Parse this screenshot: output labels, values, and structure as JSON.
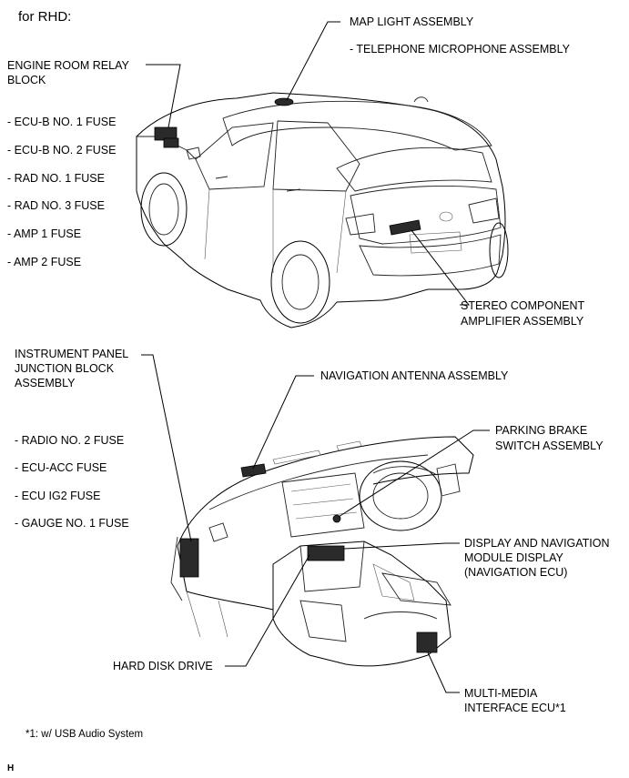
{
  "heading": "for RHD:",
  "labels": {
    "map_light": "MAP LIGHT ASSEMBLY",
    "telephone_mic": "- TELEPHONE MICROPHONE ASSEMBLY",
    "engine_relay_line1": "ENGINE ROOM RELAY",
    "engine_relay_line2": "BLOCK",
    "stereo_line1": "STEREO COMPONENT",
    "stereo_line2": "AMPLIFIER ASSEMBLY",
    "ip_junction_line1": "INSTRUMENT PANEL",
    "ip_junction_line2": "JUNCTION BLOCK",
    "ip_junction_line3": "ASSEMBLY",
    "nav_antenna": "NAVIGATION ANTENNA ASSEMBLY",
    "parking_brake_line1": "PARKING BRAKE",
    "parking_brake_line2": "SWITCH ASSEMBLY",
    "display_line1": "DISPLAY AND NAVIGATION",
    "display_line2": "MODULE DISPLAY",
    "display_line3": "(NAVIGATION ECU)",
    "hdd": "HARD DISK DRIVE",
    "mmi_line1": "MULTI-MEDIA",
    "mmi_line2": "INTERFACE ECU*1"
  },
  "engine_fuses": [
    "- ECU-B NO. 1 FUSE",
    "- ECU-B NO. 2 FUSE",
    "- RAD NO. 1 FUSE",
    "- RAD NO. 3 FUSE",
    "- AMP 1 FUSE",
    "- AMP 2 FUSE"
  ],
  "ip_fuses": [
    "- RADIO NO. 2 FUSE",
    "- ECU-ACC FUSE",
    "- ECU IG2 FUSE",
    "- GAUGE NO. 1 FUSE"
  ],
  "footnote": "*1: w/ USB Audio System",
  "corner_mark": "H"
}
